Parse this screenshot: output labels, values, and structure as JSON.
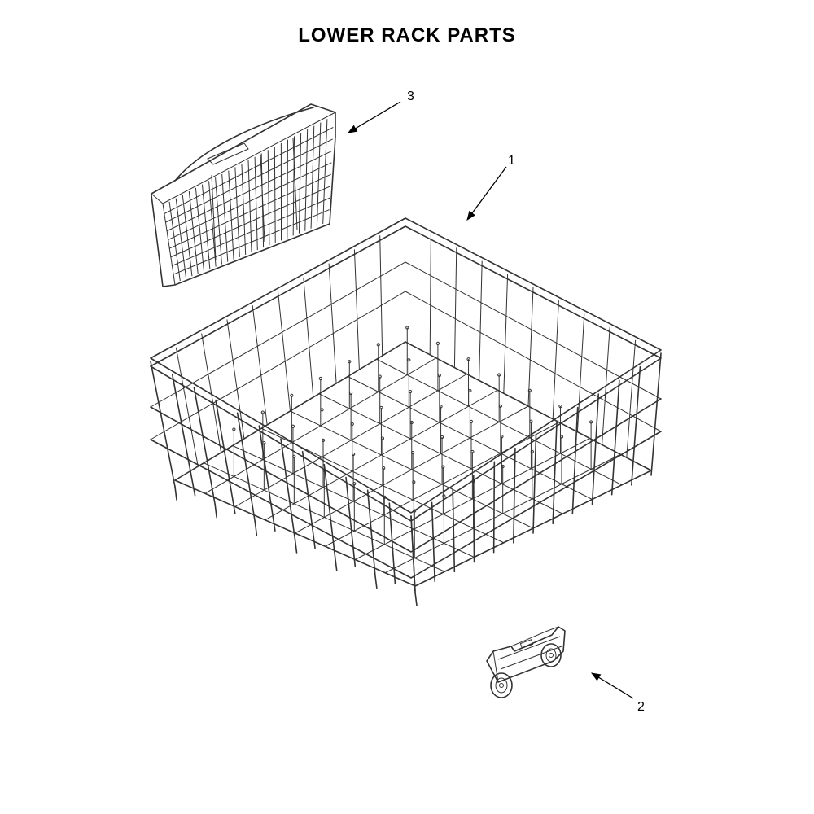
{
  "title": "LOWER RACK PARTS",
  "callouts": [
    {
      "number": "1",
      "part": "lower-rack"
    },
    {
      "number": "2",
      "part": "rack-wheel-assembly"
    },
    {
      "number": "3",
      "part": "silverware-basket"
    }
  ],
  "colors": {
    "line": "#333333",
    "background": "#ffffff",
    "text": "#000000"
  }
}
